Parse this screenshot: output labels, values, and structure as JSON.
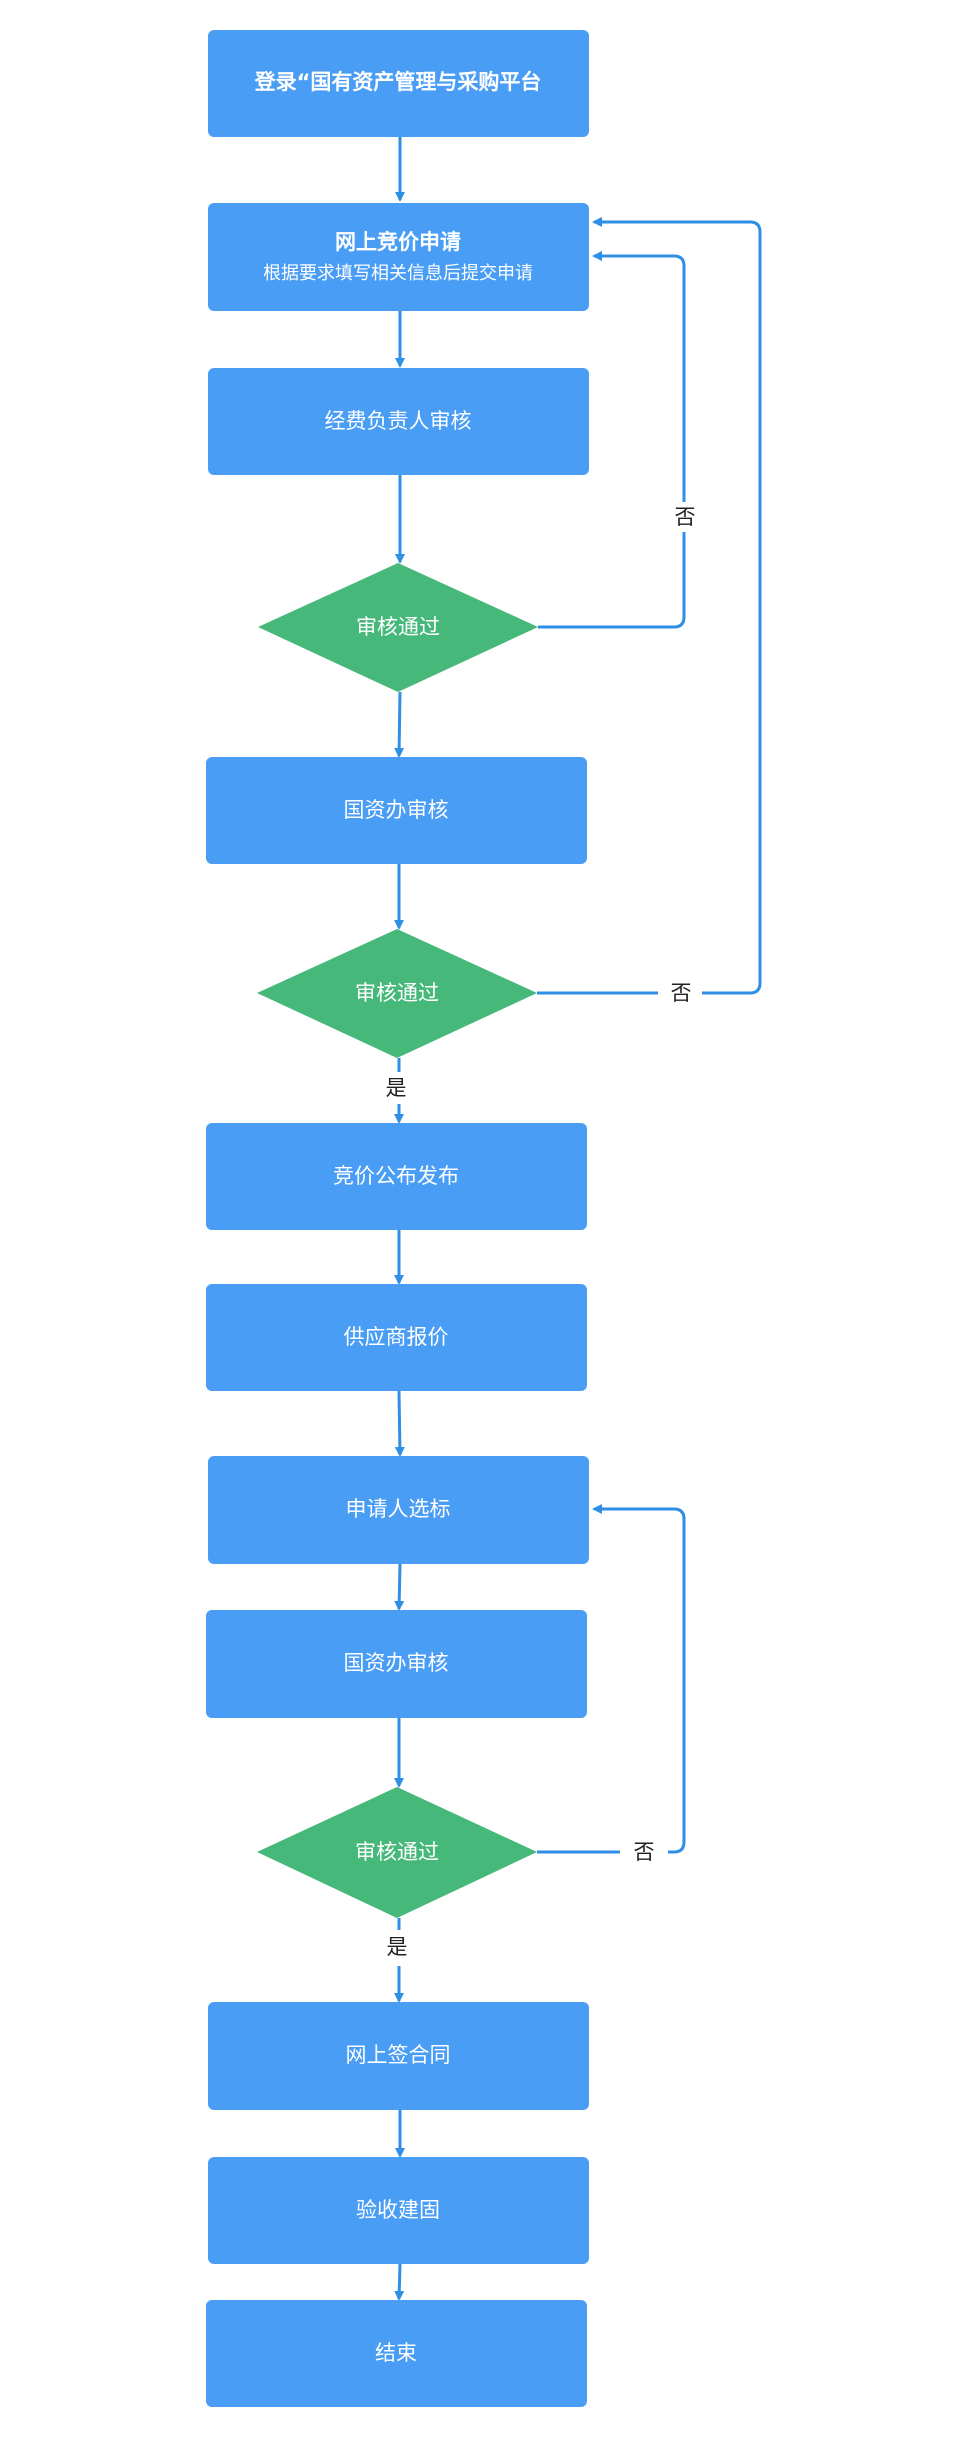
{
  "colors": {
    "box": "#4a9df5",
    "diamond": "#46b87a",
    "edge": "#2f8ee6",
    "node_text": "#ffffff",
    "label_text": "#222222"
  },
  "nodes": {
    "login": {
      "title": "登录“国有资产管理与采购平台"
    },
    "online_bid": {
      "title": "网上竞价申请",
      "subtitle": "根据要求填写相关信息后提交申请"
    },
    "budget_review": {
      "title": "经费负责人审核"
    },
    "decision_1": {
      "title": "审核通过"
    },
    "office_review_1": {
      "title": "国资办审核"
    },
    "decision_2": {
      "title": "审核通过"
    },
    "publish": {
      "title": "竞价公布发布"
    },
    "supplier_quote": {
      "title": "供应商报价"
    },
    "select_bid": {
      "title": "申请人选标"
    },
    "office_review_2": {
      "title": "国资办审核"
    },
    "decision_3": {
      "title": "审核通过"
    },
    "contract": {
      "title": "网上签合同"
    },
    "acceptance": {
      "title": "验收建固"
    },
    "end": {
      "title": "结束"
    }
  },
  "edge_labels": {
    "no_1": "否",
    "no_2": "否",
    "yes_2": "是",
    "no_3": "否",
    "yes_3": "是"
  }
}
